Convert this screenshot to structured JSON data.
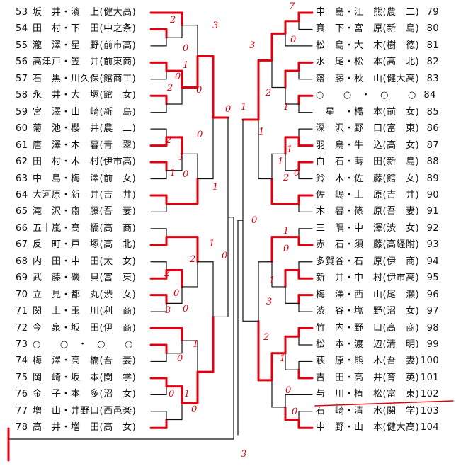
{
  "left_entries": [
    {
      "no": "53",
      "name": "坂　井・濱　上",
      "school": "(健大高)"
    },
    {
      "no": "54",
      "name": "田　村・下　田",
      "school": "(中之条)"
    },
    {
      "no": "55",
      "name": "瀧　澤・星　野",
      "school": "(前市高)"
    },
    {
      "no": "56",
      "name": "高津戸・笠　井",
      "school": "(前東商)"
    },
    {
      "no": "57",
      "name": "石　黒・川久保",
      "school": "(館商工)"
    },
    {
      "no": "58",
      "name": "永　井・大　塚",
      "school": "(館　女)"
    },
    {
      "no": "59",
      "name": "宮　澤・山　崎",
      "school": "(新　島)"
    },
    {
      "no": "60",
      "name": "菊　池・櫻　井",
      "school": "(農　二)"
    },
    {
      "no": "61",
      "name": "唐　澤・木　暮",
      "school": "(青　翠)"
    },
    {
      "no": "62",
      "name": "田　村・木　村",
      "school": "(伊市高)"
    },
    {
      "no": "63",
      "name": "中　島・梅　澤",
      "school": "(前　女)"
    },
    {
      "no": "64",
      "name": "大河原・新　井",
      "school": "(吉　井)"
    },
    {
      "no": "65",
      "name": "滝　沢・齋　藤",
      "school": "(吾　妻)"
    },
    {
      "no": "66",
      "name": "五十嵐・高　橋",
      "school": "(高　商)"
    },
    {
      "no": "67",
      "name": "反　町・戸　塚",
      "school": "(高　北)"
    },
    {
      "no": "68",
      "name": "内　田・中　田",
      "school": "(太　女)"
    },
    {
      "no": "69",
      "name": "武　藤・磯　貝",
      "school": "(富　東)"
    },
    {
      "no": "70",
      "name": "立　見・都　丸",
      "school": "(渋　女)"
    },
    {
      "no": "71",
      "name": "関　上・玉　川",
      "school": "(利　商)"
    },
    {
      "no": "72",
      "name": "今　泉・坂　田",
      "school": "(伊　商)"
    },
    {
      "no": "73",
      "name": "○　　○　・　○　",
      "school": "　○"
    },
    {
      "no": "74",
      "name": "梅　澤・高　橋",
      "school": "(吾　妻)"
    },
    {
      "no": "75",
      "name": "岡　崎・坂　本",
      "school": "(関　学)"
    },
    {
      "no": "76",
      "name": "金　子・本　多",
      "school": "(沼　女)"
    },
    {
      "no": "77",
      "name": "増　山・井野口",
      "school": "(西邑楽)"
    },
    {
      "no": "78",
      "name": "高　井・増　田",
      "school": "(高　女)"
    }
  ],
  "right_entries": [
    {
      "no": "79",
      "name": "中　島・江　熊",
      "school": "(農　二)"
    },
    {
      "no": "80",
      "name": "真　下・宮　原",
      "school": "(新　島)"
    },
    {
      "no": "81",
      "name": "松　島・大　木",
      "school": "(樹　徳)"
    },
    {
      "no": "82",
      "name": "水　尾・松　本",
      "school": "(高　北)"
    },
    {
      "no": "83",
      "name": "齋　藤・秋　山",
      "school": "(健大高)"
    },
    {
      "no": "84",
      "name": "○　　○　・　○　",
      "school": "　○"
    },
    {
      "no": "85",
      "name": "　星　・橋　本",
      "school": "(前　女)"
    },
    {
      "no": "86",
      "name": "深　沢・野　口",
      "school": "(富　東)"
    },
    {
      "no": "87",
      "name": "羽　鳥・牛　込",
      "school": "(高　女)"
    },
    {
      "no": "88",
      "name": "白　石・蒔　田",
      "school": "(新　島)"
    },
    {
      "no": "89",
      "name": "鈴　木・佐　藤",
      "school": "(館　女)"
    },
    {
      "no": "90",
      "name": "佐　嶋・上　原",
      "school": "(吉　井)"
    },
    {
      "no": "91",
      "name": "木　暮・篠　原",
      "school": "(吾　妻)"
    },
    {
      "no": "92",
      "name": "三　隅・中　澤",
      "school": "(渋　女)"
    },
    {
      "no": "93",
      "name": "赤　石・須　藤",
      "school": "(高経附)"
    },
    {
      "no": "94",
      "name": "多賀谷・石　原",
      "school": "(伊　商)"
    },
    {
      "no": "95",
      "name": "新　井・中　村",
      "school": "(伊市高)"
    },
    {
      "no": "96",
      "name": "梅　澤・西　山",
      "school": "(尾　瀬)"
    },
    {
      "no": "97",
      "name": "渋　谷・塩　野",
      "school": "(沼　女)"
    },
    {
      "no": "98",
      "name": "竹　内・野　口",
      "school": "(高　商)"
    },
    {
      "no": "99",
      "name": "松　本・渡　辺",
      "school": "(清　明)"
    },
    {
      "no": "100",
      "name": "萩　原・熊　木",
      "school": "(吾　妻)"
    },
    {
      "no": "101",
      "name": "吉　田・高　井",
      "school": "(育　英)"
    },
    {
      "no": "102",
      "name": "与　川・植　松",
      "school": "(富　東)"
    },
    {
      "no": "103",
      "name": "石　崎・清　水",
      "school": "(関　学)"
    },
    {
      "no": "104",
      "name": "中　野・山　本",
      "school": "(健大高)"
    }
  ],
  "scores": [
    "3",
    "2",
    "0",
    "1",
    "0",
    "2",
    "0",
    "0",
    "0",
    "2",
    "1",
    "0",
    "1",
    "1",
    "2",
    "0",
    "3",
    "0",
    "1",
    "2",
    "1",
    "0",
    "1",
    "0",
    "0",
    "0",
    "3",
    "3",
    "7",
    "0",
    "2",
    "1",
    "1",
    "1",
    "2",
    "1",
    "0",
    "1",
    "0",
    "1",
    "1",
    "0",
    "3",
    "2",
    "1",
    "0",
    "0"
  ],
  "colors": {
    "ink": "#111111",
    "winner_line": "#e00010"
  }
}
